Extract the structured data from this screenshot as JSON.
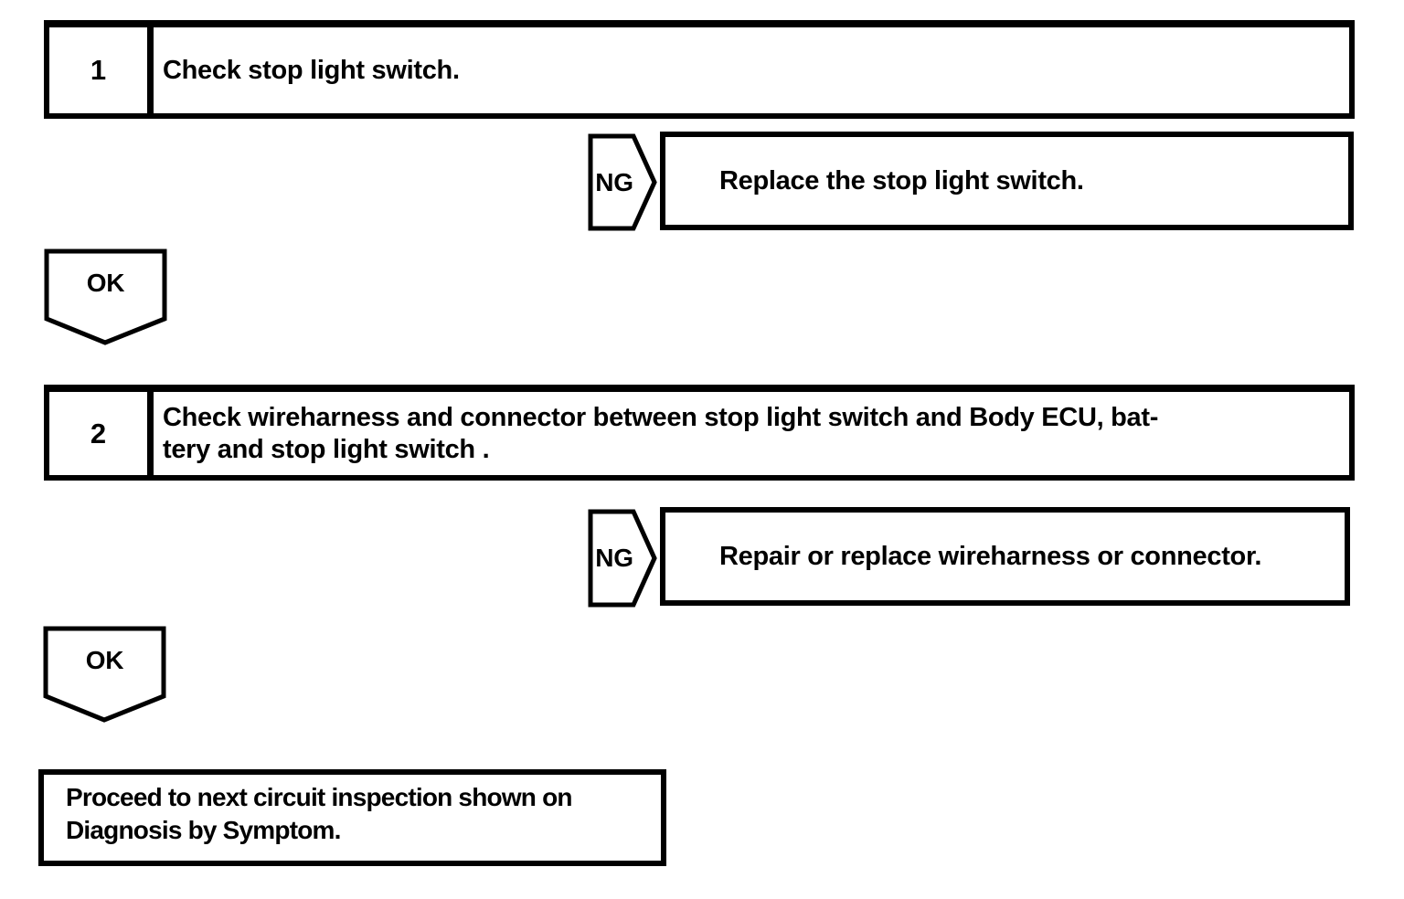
{
  "page": {
    "background": "#ffffff",
    "ink": "#000000"
  },
  "flowchart": {
    "steps": [
      {
        "number": "1",
        "instruction": "Check stop light switch.",
        "ng": {
          "label": "NG",
          "action": "Replace the stop light switch."
        },
        "ok_label": "OK"
      },
      {
        "number": "2",
        "instruction_line1": "Check wireharness and connector between stop light switch and Body ECU, bat-",
        "instruction_line2": "tery and stop light switch .",
        "ng": {
          "label": "NG",
          "action": "Repair or replace wireharness or connector."
        },
        "ok_label": "OK"
      }
    ],
    "final_box": {
      "line1": "Proceed to next circuit inspection shown on",
      "line2": "Diagnosis by Symptom."
    }
  }
}
